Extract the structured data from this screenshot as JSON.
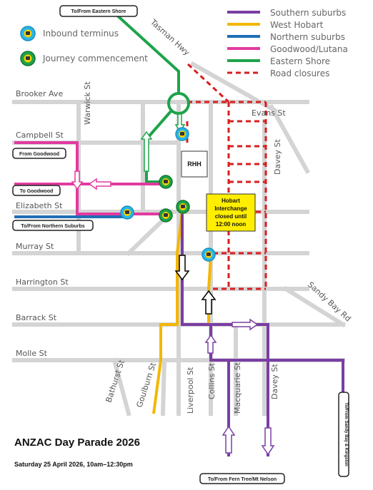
{
  "legend": {
    "inbound_terminus": "Inbound terminus",
    "journey_commencement": "Journey commencement",
    "routes": [
      {
        "label": "Southern suburbs",
        "color": "#7a3ea3"
      },
      {
        "label": "West Hobart",
        "color": "#f2b705"
      },
      {
        "label": "Northern suburbs",
        "color": "#1f6fb5"
      },
      {
        "label": "Goodwood/Lutana",
        "color": "#e23aa0"
      },
      {
        "label": "Eastern Shore",
        "color": "#1ea34a"
      },
      {
        "label": "Road closures",
        "color": "#d81e1e"
      }
    ]
  },
  "streets": {
    "tasman": "Tasman Hwy",
    "brooker": "Brooker Ave",
    "warwick": "Warwick St",
    "campbell": "Campbell St",
    "evans": "Evans St",
    "davey_top": "Davey St",
    "elizabeth": "Elizabeth St",
    "murray": "Murray St",
    "harrington": "Harrington St",
    "barrack": "Barrack St",
    "molle": "Molle St",
    "sandy_bay": "Sandy Bay Rd",
    "bathurst": "Bathurst St",
    "goulburn": "Goulburn St",
    "liverpool": "Liverpool St",
    "collins": "Collins St",
    "macquarie": "Macquarie St",
    "davey_bottom": "Davey St"
  },
  "labels": {
    "eastern_shore": "To/From Eastern Shore",
    "from_goodwood": "From Goodwood",
    "to_goodwood": "To Goodwood",
    "northern_suburbs": "To/From Northern Suburbs",
    "fern_tree": "To/From Fern Tree/Mt Nelson",
    "sandy_bay_kingston": "To/From Sandy Bay & Kingston",
    "rhh": "RHH"
  },
  "closure_box": {
    "line1": "Hobart",
    "line2": "Interchange",
    "line3": "closed until",
    "line4": "12:00 noon"
  },
  "footer": {
    "title": "ANZAC Day Parade 2026",
    "subtitle": "Saturday 25 April 2026, 10am–12:30pm"
  }
}
